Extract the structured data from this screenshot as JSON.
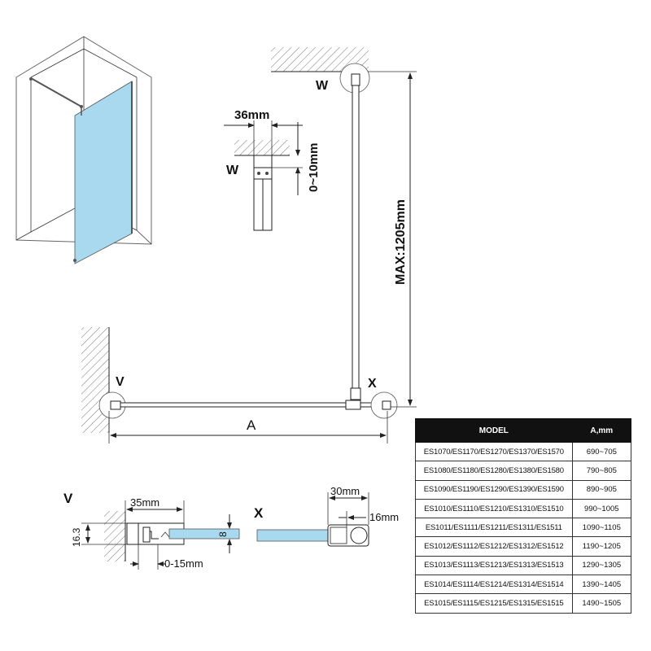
{
  "labels": {
    "w_top": "W",
    "w_detail": "W",
    "v_main": "V",
    "x_main": "X",
    "v_detail": "V",
    "x_detail": "X",
    "dim_36": "36mm",
    "dim_0_10": "0~10mm",
    "dim_max": "MAX:1205mm",
    "dim_a": "A",
    "dim_16_3": "16.3",
    "dim_35": "35mm",
    "dim_8": "8",
    "dim_0_15": "0-15mm",
    "dim_30": "30mm",
    "dim_16": "16mm"
  },
  "colors": {
    "glass": "#a9d9ef",
    "header_bg": "#111111"
  },
  "table": {
    "headers": [
      "MODEL",
      "A,mm"
    ],
    "rows": [
      {
        "model": "ES1070/ES1170/ES1270/ES1370/ES1570",
        "range": "690~705"
      },
      {
        "model": "ES1080/ES1180/ES1280/ES1380/ES1580",
        "range": "790~805"
      },
      {
        "model": "ES1090/ES1190/ES1290/ES1390/ES1590",
        "range": "890~905"
      },
      {
        "model": "ES1010/ES1110/ES1210/ES1310/ES1510",
        "range": "990~1005"
      },
      {
        "model": "ES1011/ES1111/ES1211/ES1311/ES1511",
        "range": "1090~1105"
      },
      {
        "model": "ES1012/ES1112/ES1212/ES1312/ES1512",
        "range": "1190~1205"
      },
      {
        "model": "ES1013/ES1113/ES1213/ES1313/ES1513",
        "range": "1290~1305"
      },
      {
        "model": "ES1014/ES1114/ES1214/ES1314/ES1514",
        "range": "1390~1405"
      },
      {
        "model": "ES1015/ES1115/ES1215/ES1315/ES1515",
        "range": "1490~1505"
      }
    ]
  }
}
